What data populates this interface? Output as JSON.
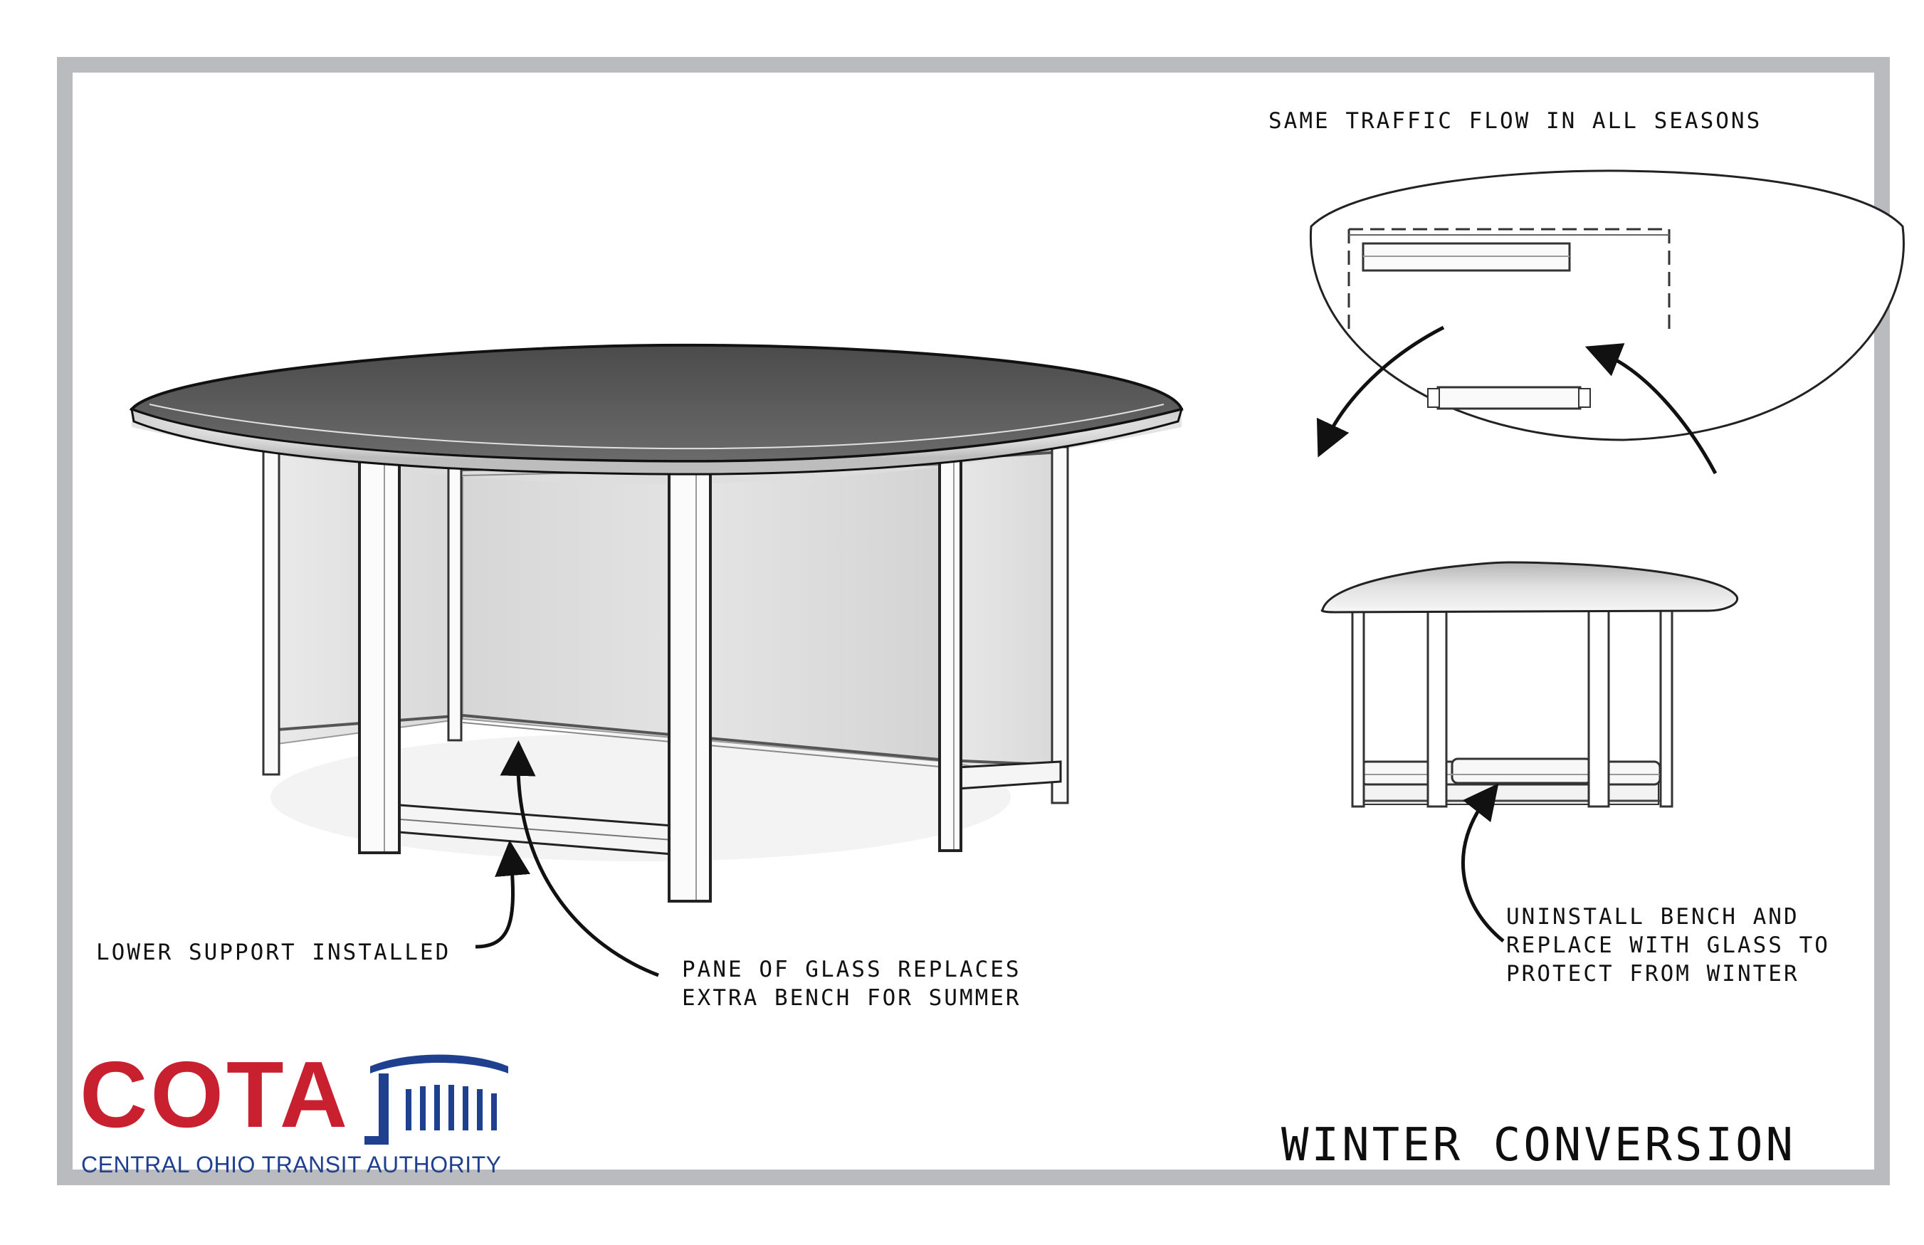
{
  "brand": {
    "name": "COTA",
    "subtitle": "CENTRAL OHIO TRANSIT AUTHORITY",
    "name_color": "#c8202f",
    "accent_color": "#1f3f8f"
  },
  "sheet": {
    "title": "WINTER CONVERSION",
    "frame_color": "#b9bbbf"
  },
  "annotations": {
    "traffic_flow": "SAME TRAFFIC FLOW IN ALL SEASONS",
    "lower_support": "LOWER SUPPORT INSTALLED",
    "glass_summer": [
      "PANE OF GLASS REPLACES",
      "EXTRA BENCH FOR SUMMER"
    ],
    "bench_winter": [
      "UNINSTALL BENCH AND",
      "REPLACE WITH GLASS TO",
      "PROTECT FROM WINTER"
    ]
  },
  "views": [
    {
      "name": "perspective",
      "icon": "bus-shelter-perspective"
    },
    {
      "name": "plan",
      "icon": "bus-shelter-plan"
    },
    {
      "name": "elevation",
      "icon": "bus-shelter-elevation"
    }
  ]
}
